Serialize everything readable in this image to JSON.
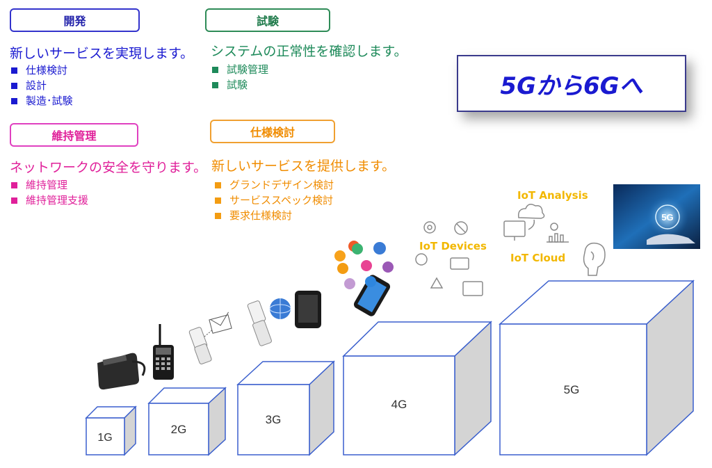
{
  "sections": {
    "dev": {
      "label": "開発",
      "desc": "新しいサービスを実現します。",
      "items": [
        "仕様検討",
        "設計",
        "製造･試験"
      ],
      "color": "#3333cc",
      "text_color": "#2222aa",
      "bullet_color": "#1a1ad0"
    },
    "test": {
      "label": "試験",
      "desc": "システムの正常性を確認します。",
      "items": [
        "試験管理",
        "試験"
      ],
      "color": "#2e8b57",
      "text_color": "#1e7a4a",
      "bullet_color": "#1e8a5a"
    },
    "maint": {
      "label": "維持管理",
      "desc": "ネットワークの安全を守ります。",
      "items": [
        "維持管理",
        "維持管理支援"
      ],
      "color": "#e040c0",
      "text_color": "#e0209a",
      "bullet_color": "#e0209a"
    },
    "spec": {
      "label": "仕様検討",
      "desc": "新しいサービスを提供します。",
      "items": [
        "グランドデザイン検討",
        "サービススペック検討",
        "要求仕様検討"
      ],
      "color": "#f0a030",
      "text_color": "#f08c00",
      "bullet_color": "#f39c12"
    }
  },
  "title": "5Gから6Gへ",
  "generations": [
    "1G",
    "2G",
    "3G",
    "4G",
    "5G"
  ],
  "iot": {
    "analysis": "IoT Analysis",
    "devices": "IoT Devices",
    "cloud": "IoT Cloud"
  },
  "hero_badge": "5G",
  "icons": [
    "car-phone-icon",
    "pager-phone-icon",
    "flip-phone-email-icon",
    "flip-phone-globe-icon",
    "smartphone-icon",
    "smartphone-apps-icon",
    "iot-devices-icon",
    "iot-cloud-icon",
    "brain-icon",
    "5g-hand-image"
  ]
}
